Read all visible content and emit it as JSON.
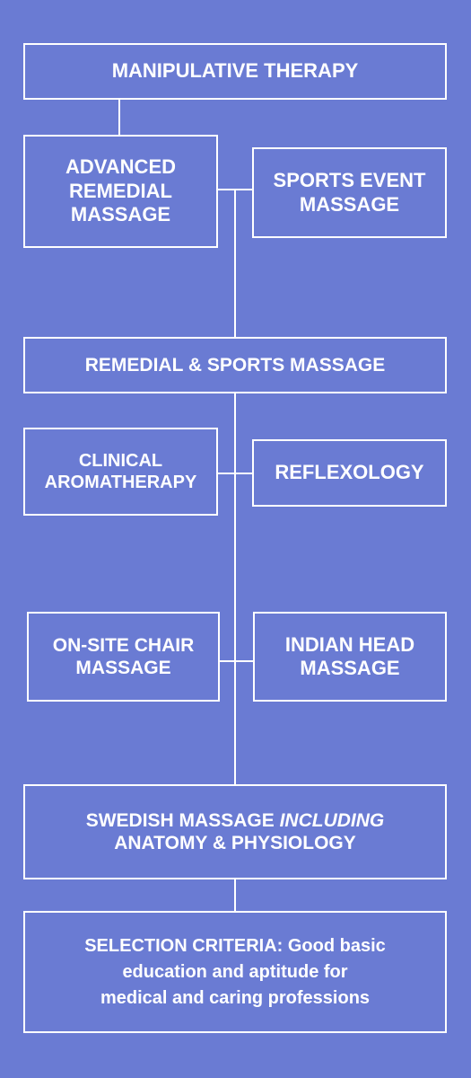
{
  "nodes": {
    "manipulative_therapy": "MANIPULATIVE THERAPY",
    "advanced_remedial_massage": [
      "ADVANCED",
      "REMEDIAL",
      "MASSAGE"
    ],
    "sports_event_massage": [
      "SPORTS EVENT",
      "MASSAGE"
    ],
    "remedial_sports_massage": "REMEDIAL & SPORTS MASSAGE",
    "clinical_aromatherapy": [
      "CLINICAL",
      "AROMATHERAPY"
    ],
    "reflexology": "REFLEXOLOGY",
    "onsite_chair_massage": [
      "ON-SITE CHAIR",
      "MASSAGE"
    ],
    "indian_head_massage": [
      "INDIAN HEAD",
      "MASSAGE"
    ],
    "swedish_massage": {
      "line1": "SWEDISH MASSAGE",
      "line1_italic": "INCLUDING",
      "line2": "ANATOMY & PHYSIOLOGY"
    },
    "selection_criteria": [
      "SELECTION CRITERIA: Good basic",
      "education and aptitude for",
      "medical and caring professions"
    ]
  },
  "colors": {
    "background": "#6a7bd3",
    "line": "#ffffff"
  }
}
